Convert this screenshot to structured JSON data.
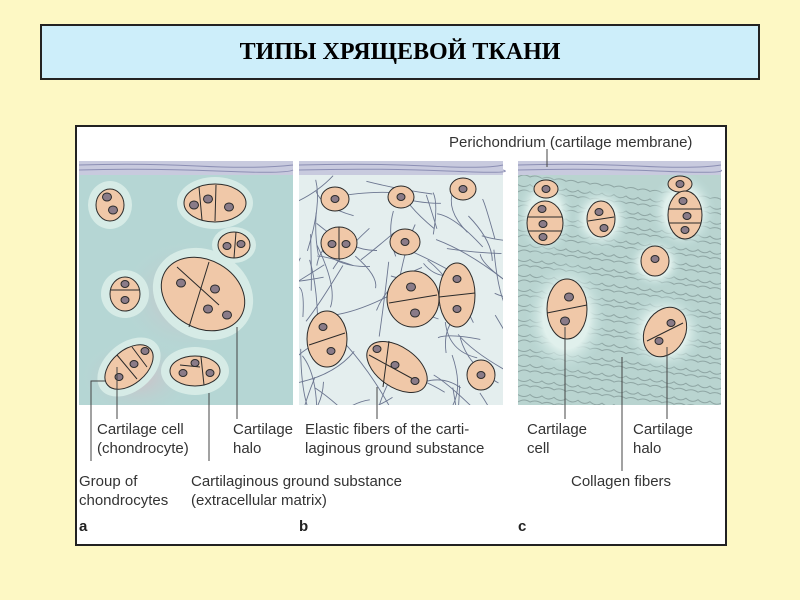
{
  "title": "ТИПЫ ХРЯЩЕВОЙ ТКАНИ",
  "labels": {
    "perichondrium": "Perichondrium (cartilage membrane)",
    "a_cell_1": "Cartilage cell",
    "a_cell_2": "(chondrocyte)",
    "a_halo_1": "Cartilage",
    "a_halo_2": "halo",
    "a_group_1": "Group of",
    "a_group_2": "chondrocytes",
    "a_ground_1": "Cartilaginous ground substance",
    "a_ground_2": "(extracellular matrix)",
    "b_elastic_1": "Elastic fibers of the carti-",
    "b_elastic_2": "laginous ground substance",
    "c_cell_1": "Cartilage",
    "c_cell_2": "cell",
    "c_halo_1": "Cartilage",
    "c_halo_2": "halo",
    "c_collagen": "Collagen fibers"
  },
  "panel_letters": [
    "a",
    "b",
    "c"
  ],
  "colors": {
    "matrix": "#b5d6d4",
    "halo": "#d6ebe6",
    "cell": "#f0c8a8",
    "nucleus": "#8a7b88",
    "outline": "#2a2a2a",
    "elastic_fiber": "#6c7690",
    "collagen_fiber": "#8fa6a4",
    "membrane": "#c5c7dc"
  }
}
